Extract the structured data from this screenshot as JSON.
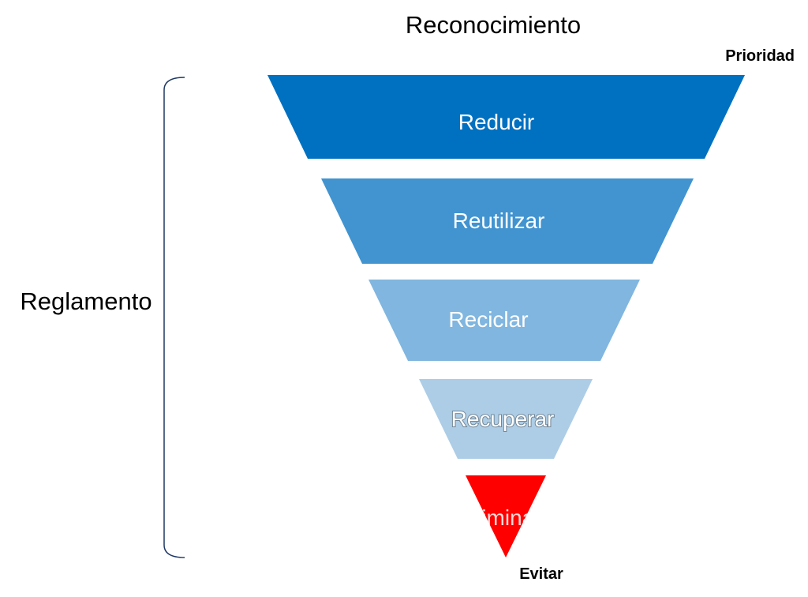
{
  "diagram": {
    "title": "Reconocimiento",
    "side_label": "Reglamento",
    "top_label": "Prioridad",
    "bottom_label": "Evitar",
    "levels": [
      {
        "label": "Reducir",
        "color": "#0070C0"
      },
      {
        "label": "Reutilizar",
        "color": "#4194D0"
      },
      {
        "label": "Reciclar",
        "color": "#80B6DF"
      },
      {
        "label": "Recuperar",
        "color": "#ADCDE6"
      },
      {
        "label": "Eliminar",
        "color": "#FF0000"
      }
    ]
  }
}
